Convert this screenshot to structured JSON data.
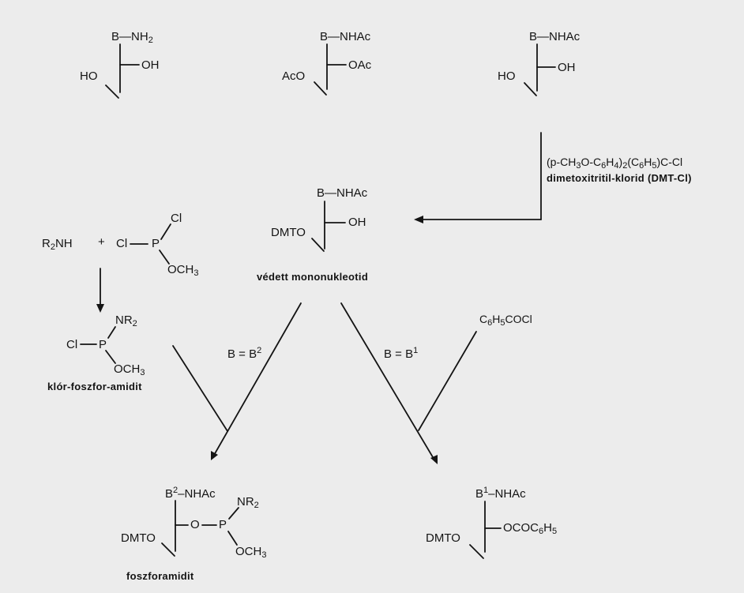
{
  "colors": {
    "background": "#ececec",
    "ink": "#141414"
  },
  "structures": {
    "s1": {
      "top": [
        "B",
        "—NH",
        "2"
      ],
      "right": "OH",
      "left": "HO"
    },
    "s2": {
      "top": "B—NHAc",
      "right": "OAc",
      "left": "AcO"
    },
    "s3": {
      "top": "B—NHAc",
      "right": "OH",
      "left": "HO"
    },
    "protected": {
      "top": "B—NHAc",
      "right": "OH",
      "left": "DMTO",
      "caption": "védett mononukleotid"
    },
    "r2nh": [
      "R",
      "2",
      "NH"
    ],
    "plus": "+",
    "pcl_reagent": {
      "cl_left": "Cl",
      "p": "P",
      "cl_top": "Cl",
      "och3": [
        "OCH",
        "3"
      ]
    },
    "chloro_amidite": {
      "nr2": [
        "NR",
        "2"
      ],
      "cl": "Cl",
      "p": "P",
      "och3": [
        "OCH",
        "3"
      ],
      "caption": "klór-foszfor-amidit"
    },
    "phosphoramidite": {
      "top": [
        "B",
        "2",
        "–NHAc"
      ],
      "left": "DMTO",
      "o": "O",
      "p": "P",
      "nr2": [
        "NR",
        "2"
      ],
      "och3": [
        "OCH",
        "3"
      ],
      "caption": "foszforamidit"
    },
    "benzoyl": {
      "top": [
        "B",
        "1",
        "–NHAc"
      ],
      "left": "DMTO",
      "right": [
        "OCOC",
        "6",
        "H",
        "5"
      ]
    }
  },
  "reagents": {
    "dmt": {
      "line1": [
        "(p-CH",
        "3",
        "O-C",
        "6",
        "H",
        "4",
        ")",
        "2",
        "(C",
        "6",
        "H",
        "5",
        ")C-Cl"
      ],
      "line2": "dimetoxitritil-klorid (DMT-Cl)"
    },
    "benzoyl_chloride": [
      "C",
      "6",
      "H",
      "5",
      "COCl"
    ]
  },
  "labels": {
    "b_eq_b2": [
      "B = B",
      "2"
    ],
    "b_eq_b1": [
      "B = B",
      "1"
    ]
  }
}
